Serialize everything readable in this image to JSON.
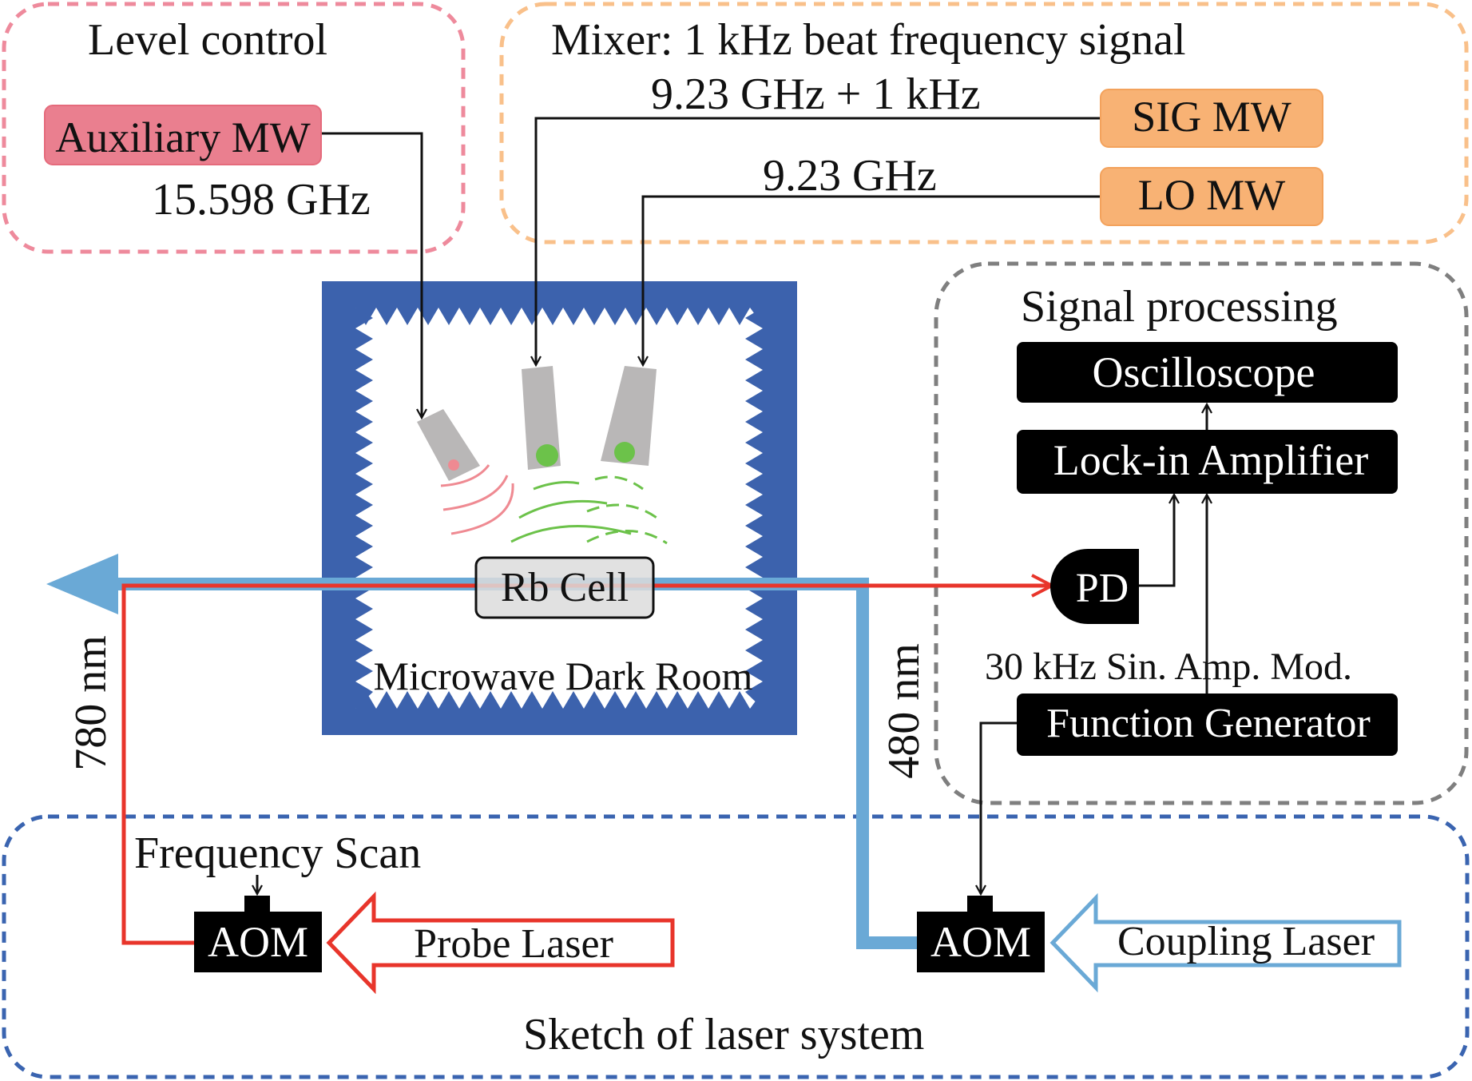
{
  "groups": {
    "level_control": "Level control",
    "mixer": "Mixer: 1 kHz beat frequency signal",
    "signal_processing": "Signal processing",
    "laser_system": "Sketch of laser system"
  },
  "sources": {
    "auxiliary_mw": "Auxiliary MW",
    "auxiliary_freq": "15.598 GHz",
    "sig_mw": "SIG MW",
    "sig_freq": "9.23 GHz + 1 kHz",
    "lo_mw": "LO MW",
    "lo_freq": "9.23 GHz"
  },
  "chamber": {
    "cell": "Rb Cell",
    "room": "Microwave Dark Room"
  },
  "processing": {
    "oscilloscope": "Oscilloscope",
    "lockin": "Lock-in Amplifier",
    "pd": "PD",
    "modulation": "30 kHz Sin. Amp. Mod.",
    "function_generator": "Function Generator"
  },
  "lasers": {
    "probe_wavelength": "780 nm",
    "coupling_wavelength": "480 nm",
    "frequency_scan": "Frequency Scan",
    "aom_probe": "AOM",
    "aom_coupling": "AOM",
    "probe_laser": "Probe Laser",
    "coupling_laser": "Coupling Laser"
  },
  "colors": {
    "level_box": "#ee8a9c",
    "mixer_box": "#f9c08a",
    "processing_box": "#7f7f7f",
    "laser_box": "#3a64b0",
    "auxiliary_fill": "#ea7f8f",
    "mw_fill": "#f8b274",
    "chamber": "#3c62ad",
    "probe_beam": "#e8352b",
    "coupling_beam": "#6aa9d6",
    "wave_red": "#ef8a92",
    "wave_green": "#6cc24a"
  }
}
